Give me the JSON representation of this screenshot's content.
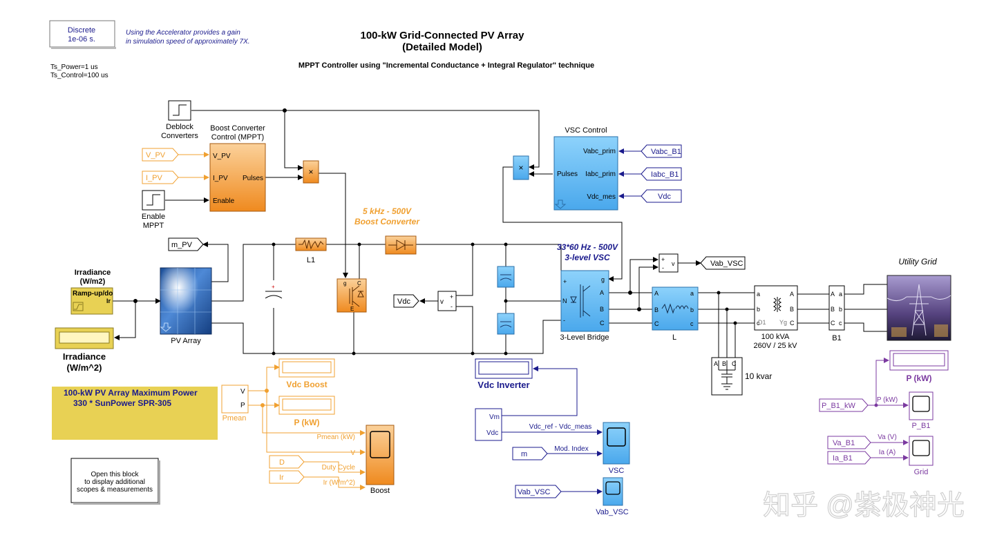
{
  "solver": {
    "line1": "Discrete",
    "line2": "1e-06 s."
  },
  "accelerator_note": {
    "line1": "Using the Accelerator provides a gain",
    "line2": "in simulation speed of approximately 7X."
  },
  "sample_times": {
    "power": "Ts_Power=1 us",
    "control": "Ts_Control=100 us"
  },
  "title": {
    "line1": "100-kW Grid-Connected PV Array",
    "line2": "(Detailed Model)",
    "subtitle": "MPPT Controller using  \"Incremental Conductance + Integral Regulator\"  technique"
  },
  "deblock": {
    "line1": "Deblock",
    "line2": "Converters"
  },
  "boost_ctrl": {
    "title1": "Boost Converter",
    "title2": "Control (MPPT)",
    "in1": "V_PV",
    "in2": "I_PV",
    "in3": "Enable",
    "out": "Pulses"
  },
  "goto_tags": {
    "v_pv": "V_PV",
    "i_pv": "I_PV",
    "m_pv": "m_PV",
    "vdc": "Vdc",
    "vab_vsc": "Vab_VSC",
    "vabc_b1": "Vabc_B1",
    "iabc_b1": "Iabc_B1",
    "vdc_mes": "Vdc",
    "d": "D",
    "ir": "Ir",
    "m": "m",
    "vab_vsc2": "Vab_VSC",
    "p_b1_kw": "P_B1_kW",
    "va_b1": "Va_B1",
    "ia_b1": "Ia_B1"
  },
  "enable_mppt": {
    "line1": "Enable",
    "line2": "MPPT"
  },
  "mult_sym": "×",
  "vsc_control": {
    "title": "VSC Control",
    "in1": "Vabc_prim",
    "in2": "Iabc_prim",
    "in3": "Vdc_mes",
    "out": "Pulses"
  },
  "boost_label": {
    "line1": "5 kHz - 500V",
    "line2": "Boost Converter"
  },
  "vsc_label": {
    "line1": "33*60 Hz - 500V",
    "line2": "3-level VSC"
  },
  "inductor_l1": "L1",
  "irradiance_src": {
    "title1": "Irradiance",
    "title2": "(W/m2)",
    "block": "Ramp-up/do",
    "port": "Ir"
  },
  "irradiance_disp": {
    "line1": "Irradiance",
    "line2": "(W/m^2)"
  },
  "pv_array": "PV Array",
  "vmeas": {
    "port_v": "v",
    "plus": "+",
    "minus": "-"
  },
  "bridge": {
    "label": "3-Level Bridge",
    "g": "g",
    "plus": "+",
    "n": "N",
    "minus": "-",
    "a": "A",
    "b": "B",
    "c": "C"
  },
  "filter_l": {
    "label": "L",
    "A": "A",
    "B": "B",
    "C": "C",
    "a": "a",
    "b": "b",
    "c": "c"
  },
  "transformer": {
    "line1": "100 kVA",
    "line2": "260V / 25 kV",
    "a": "a",
    "b": "b",
    "c": "c",
    "A": "A",
    "B": "B",
    "C": "C",
    "d1": "D1",
    "yg": "Yg"
  },
  "bus_b1": {
    "label": "B1",
    "A": "A",
    "B": "B",
    "C": "C",
    "a": "a",
    "b": "b",
    "c": "c"
  },
  "utility_grid": "Utility Grid",
  "cap_bank": "10 kvar",
  "cap_ports": {
    "a": "A",
    "b": "B",
    "c": "C"
  },
  "displays": {
    "vdc_boost": "Vdc Boost",
    "p_kw_boost": "P (kW)",
    "vdc_inverter": "Vdc Inverter",
    "p_kw_grid": "P (kW)"
  },
  "pmean": {
    "label": "Pmean",
    "v": "V",
    "p": "P"
  },
  "boost_scope": {
    "label": "Boost",
    "sig1": "Pmean (kW)",
    "sig2": "V",
    "sig3": "Duty Cycle",
    "sig4": "Ir (W/m^2)"
  },
  "max_power_note": {
    "line1": "100-kW  PV Array Maximum Power",
    "line2": "330 * SunPower SPR-305"
  },
  "open_block_note": {
    "line1": "Open this block",
    "line2": "to display additional",
    "line3": "scopes & measurements"
  },
  "vdc_selector": {
    "vm": "Vm",
    "vdc": "Vdc",
    "sig": "Vdc_ref - Vdc_meas"
  },
  "vsc_scope": {
    "label": "VSC",
    "sig": "Mod. Index"
  },
  "vab_scope": {
    "label": "Vab_VSC"
  },
  "p_b1_scope": {
    "label": "P_B1",
    "sig": "P (kW)"
  },
  "grid_scope": {
    "label": "Grid",
    "sig1": "Va (V)",
    "sig2": "Ia (A)"
  },
  "watermark": "知乎 @紫极神光",
  "colors": {
    "orange": "#f0a030",
    "blue": "#6eb9ef",
    "yellow": "#e8d154",
    "purple": "#7b3aa0",
    "navy": "#1a1a8c"
  }
}
